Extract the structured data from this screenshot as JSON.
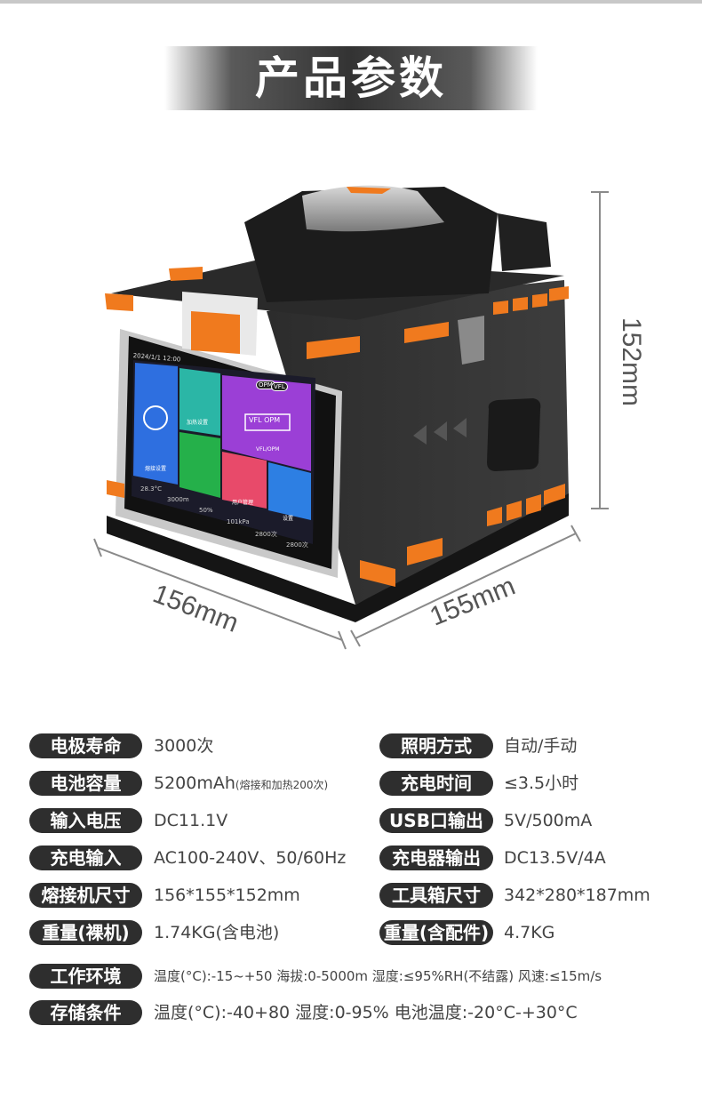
{
  "title": "产品参数",
  "dimensions": {
    "height": "152mm",
    "width_left": "156mm",
    "width_right": "155mm"
  },
  "device_screen": {
    "datetime": "2024/1/1  12:00",
    "status_icons": [
      "OPM",
      "VFL"
    ],
    "tiles": [
      "熔接设置",
      "加热设置",
      "VFL/OPM",
      "用户管理",
      "设置"
    ],
    "tile_badge": "VFL  OPM",
    "readouts": [
      "28.3°C",
      "3000m",
      "50%",
      "101kPa",
      "2800次",
      "2800次"
    ]
  },
  "specs_left": [
    {
      "label": "电极寿命",
      "value": "3000次",
      "note": ""
    },
    {
      "label": "电池容量",
      "value": "5200mAh",
      "note": "(熔接和加热200次)"
    },
    {
      "label": "输入电压",
      "value": "DC11.1V",
      "note": ""
    },
    {
      "label": "充电输入",
      "value": "AC100-240V、50/60Hz",
      "note": ""
    },
    {
      "label": "熔接机尺寸",
      "value": "156*155*152mm",
      "note": ""
    },
    {
      "label": "重量(裸机)",
      "value": "1.74KG(含电池)",
      "note": ""
    }
  ],
  "specs_right": [
    {
      "label": "照明方式",
      "value": "自动/手动"
    },
    {
      "label": "充电时间",
      "value": "≤3.5小时"
    },
    {
      "label": "USB口输出",
      "value": "5V/500mA"
    },
    {
      "label": "充电器输出",
      "value": "DC13.5V/4A"
    },
    {
      "label": "工具箱尺寸",
      "value": "342*280*187mm"
    },
    {
      "label": "重量(含配件)",
      "value": "4.7KG"
    }
  ],
  "specs_wide": [
    {
      "label": "工作环境",
      "value": "温度(°C):-15~+50  海拔:0-5000m  湿度:≤95%RH(不结露)  风速:≤15m/s"
    },
    {
      "label": "存储条件",
      "value": "温度(°C):-40+80 湿度:0-95% 电池温度:-20°C-+30°C"
    }
  ],
  "colors": {
    "accent": "#f07a1e",
    "label_bg": "#2e2e2e"
  }
}
